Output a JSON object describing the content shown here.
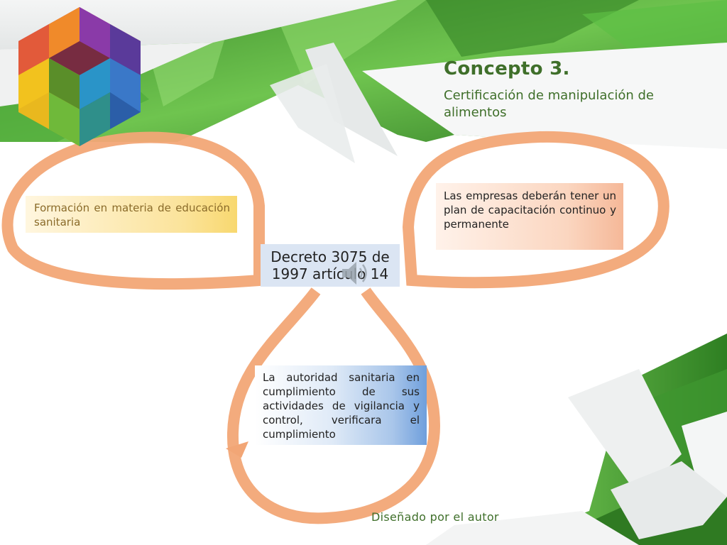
{
  "slide": {
    "title": "Concepto 3.",
    "subtitle": "Certificación de manipulación de alimentos",
    "center_label": "Decreto 3075 de 1997 artículo 14",
    "boxes": {
      "left": "Formación en materia de educación sanitaria",
      "right": "Las empresas deberán tener un plan de capacitación continuo y permanente",
      "bottom": "La autoridad sanitaria en cumplimiento de sus actividades de vigilancia y control, verificara el cumplimiento"
    },
    "footer": "Diseñado por el autor"
  },
  "icons": [
    "cube-logo-icon",
    "speaker-icon"
  ],
  "colors": {
    "title_green": "#3f6f2a",
    "accent_green": "#4a9a3a",
    "loop_orange": "#f2a676",
    "left_box_yellow": "#f8d86f",
    "right_box_peach": "#f5b898",
    "bottom_box_blue": "#6f9fdc",
    "center_box": "#dbe5f3"
  }
}
